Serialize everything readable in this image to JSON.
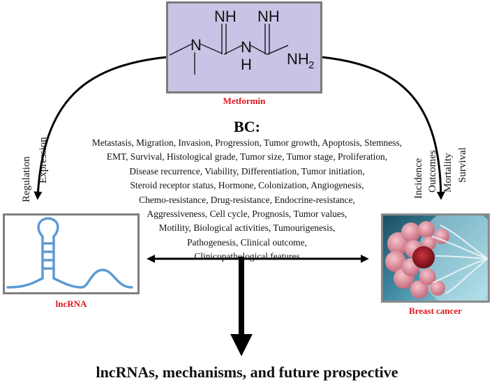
{
  "molecule": {
    "label_nh_top_left": "NH",
    "label_nh_top_right": "NH",
    "label_n": "N",
    "label_nh2": "NH",
    "label_nh2_sub": "2",
    "label_n_middle": "N",
    "label_h": "H"
  },
  "metformin_label": "Metformin",
  "bc_title": "BC:",
  "bc_lines": [
    "Metastasis, Migration, Invasion, Progression, Tumor growth, Apoptosis, Stemness,",
    "EMT, Survival, Histological grade, Tumor size, Tumor stage, Proliferation,",
    "Disease recurrence, Viability, Differentiation, Tumor initiation,",
    "Steroid receptor status, Hormone, Colonization, Angiogenesis,",
    "Chemo-resistance, Drug-resistance, Endocrine-resistance,",
    "Aggressiveness, Cell cycle, Prognosis, Tumor values,",
    "Motility, Biological activities, Tumourigenesis,",
    "Pathogenesis, Clinical outcome,",
    "Clinicopathological features"
  ],
  "left_labels": [
    "Regulation",
    "Expression"
  ],
  "right_labels": [
    "Incidence",
    "Outcomes",
    "Mortality",
    "Survival"
  ],
  "lncrna_label": "lncRNA",
  "breast_cancer_label": "Breast cancer",
  "footer": "lncRNAs, mechanisms, and future prospective",
  "colors": {
    "metformin_box": "#c9c3e6",
    "label_red": "#e0141e",
    "rna_blue": "#5b9bd5"
  }
}
